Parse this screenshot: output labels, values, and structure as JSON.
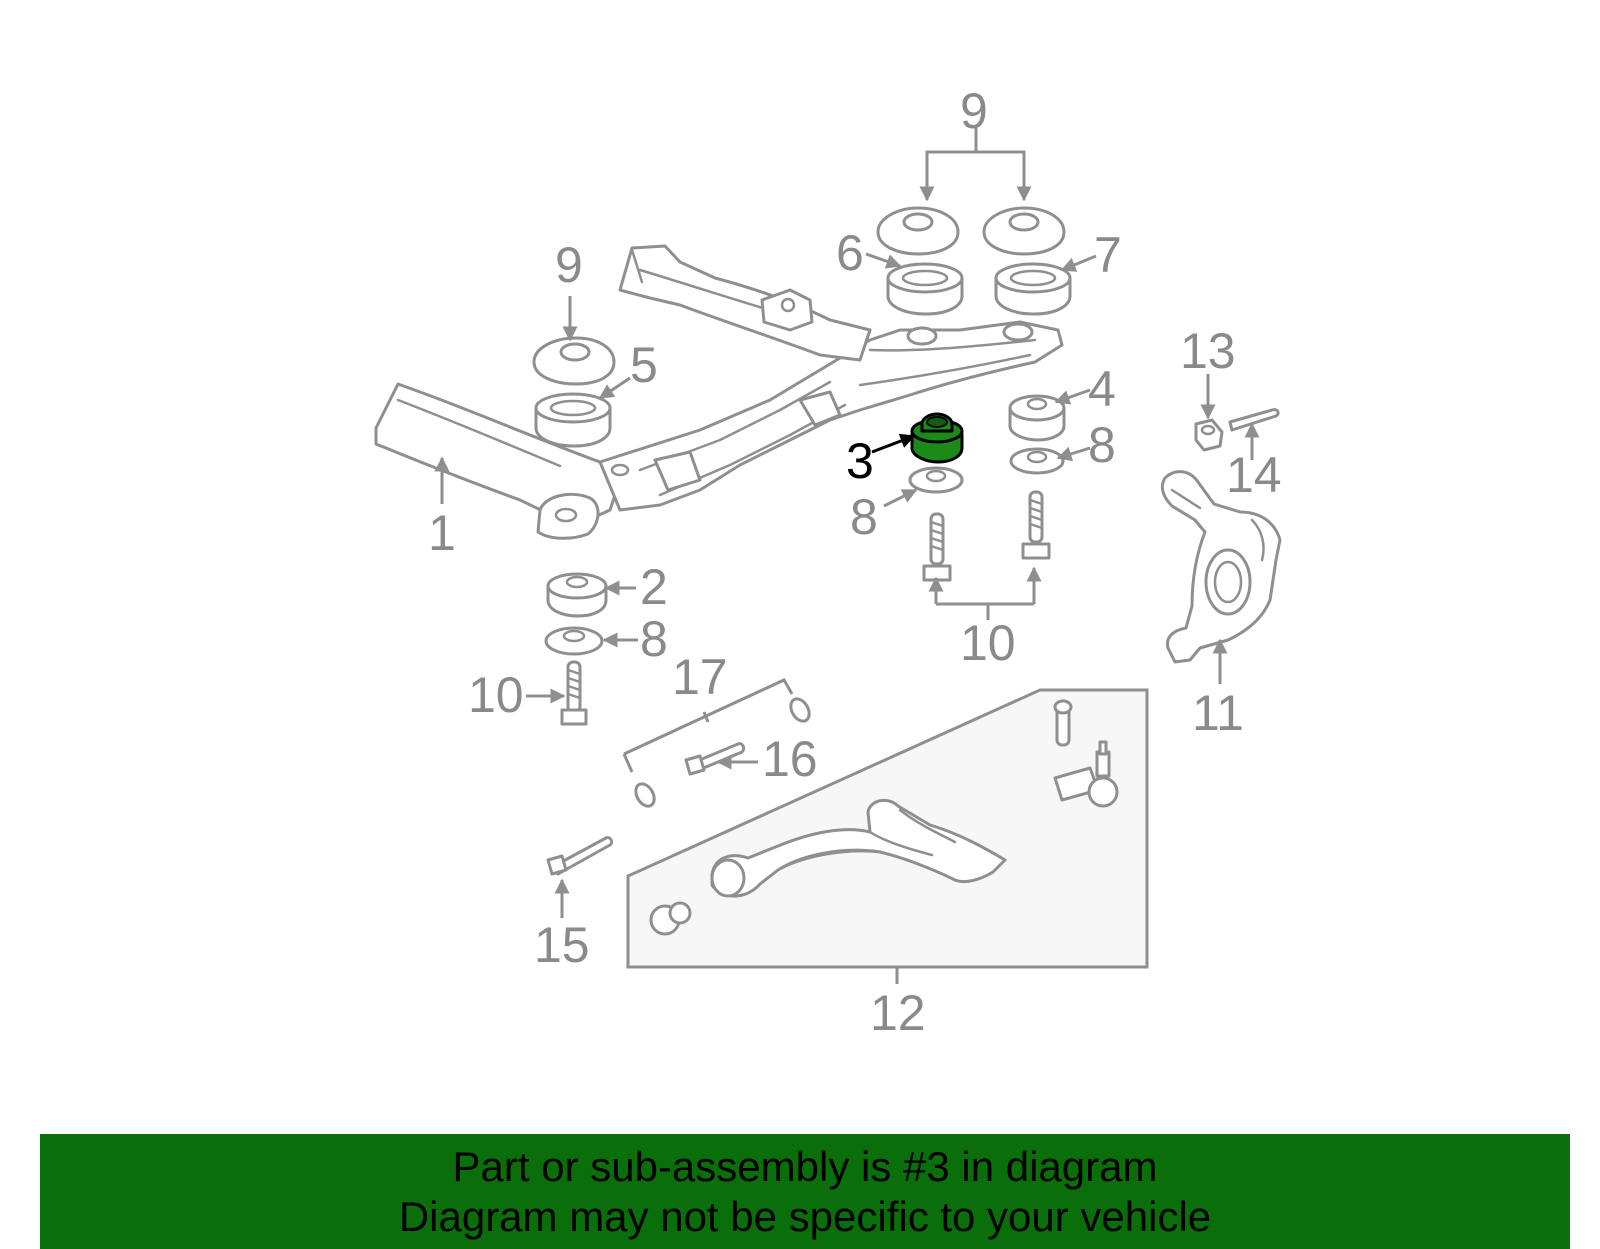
{
  "diagram": {
    "highlighted_part": "3",
    "highlight_color": "#1b8a1b",
    "line_color": "#8f8f8f",
    "labels": {
      "l1": "1",
      "l2": "2",
      "l3": "3",
      "l4": "4",
      "l5": "5",
      "l6": "6",
      "l7": "7",
      "l8a": "8",
      "l8b": "8",
      "l8c": "8",
      "l9a": "9",
      "l9b": "9",
      "l10a": "10",
      "l10b": "10",
      "l11": "11",
      "l12": "12",
      "l13": "13",
      "l14": "14",
      "l15": "15",
      "l16": "16",
      "l17": "17"
    }
  },
  "banner": {
    "background": "#0a6e0a",
    "line1": "Part or sub-assembly is #3 in diagram",
    "line2": "Diagram may not be specific to your vehicle"
  }
}
